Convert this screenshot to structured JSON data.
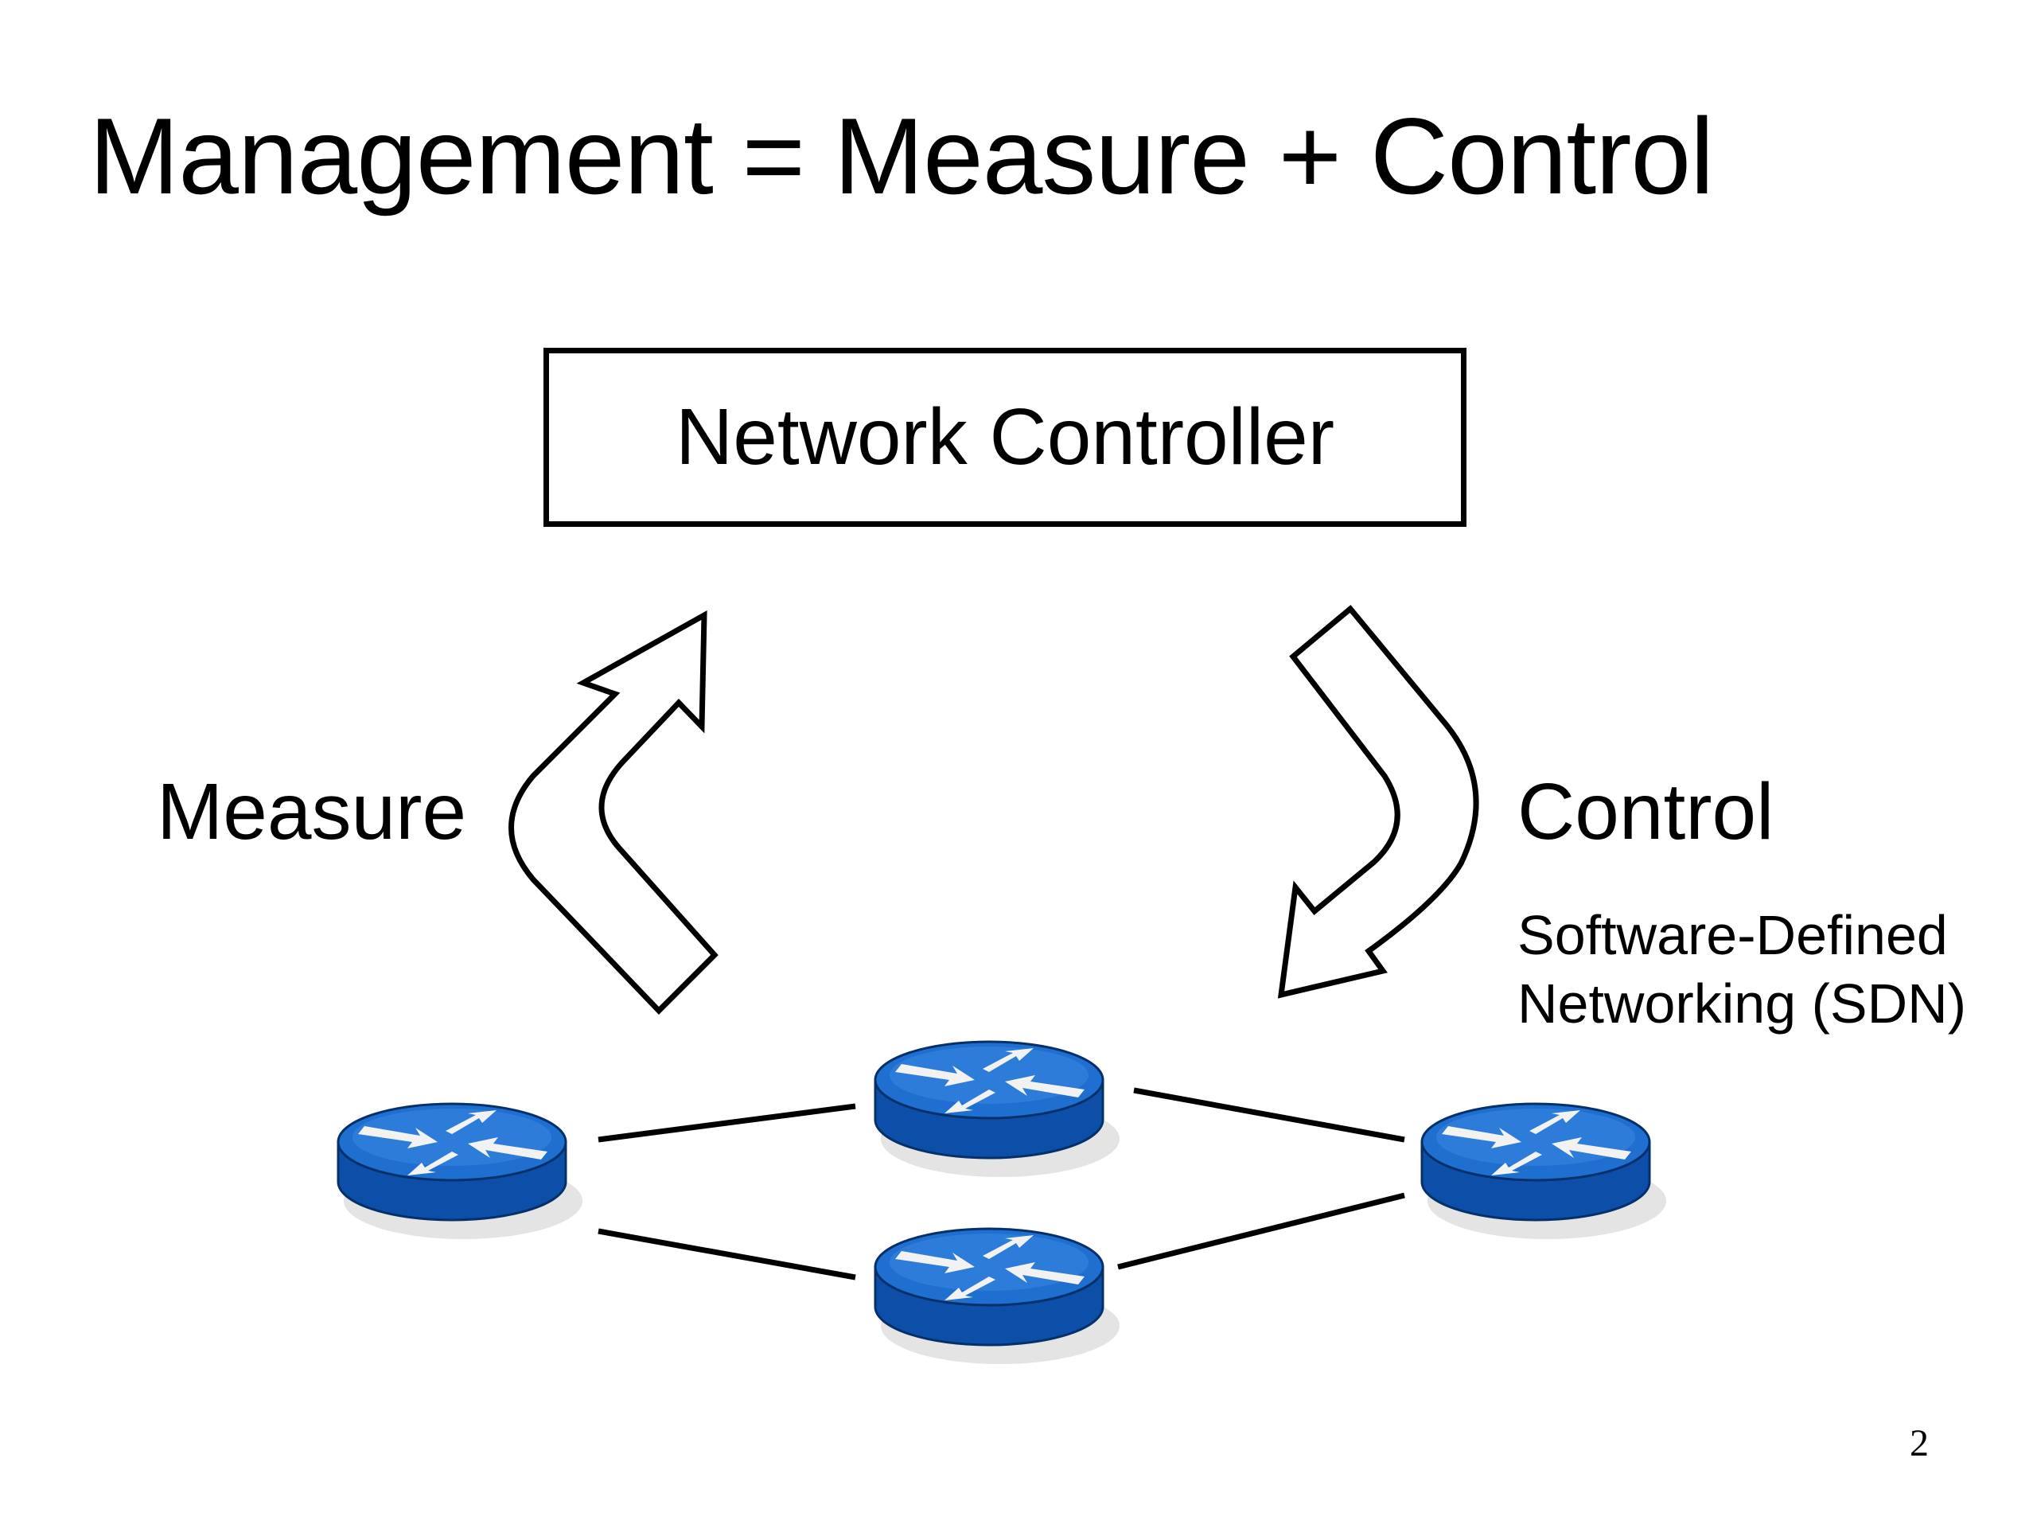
{
  "slide": {
    "title": "Management = Measure + Control",
    "page_number": "2"
  },
  "diagram": {
    "controller_label": "Network Controller",
    "measure_label": "Measure",
    "control_label": "Control",
    "sdn_line1": "Software-Defined",
    "sdn_line2": "Networking (SDN)",
    "router_color": "#1f6fd0",
    "router_dark_color": "#0d4fa8",
    "router_icon": "router-icon",
    "routers": [
      "left",
      "top-middle",
      "bottom-middle",
      "right"
    ],
    "links": [
      [
        "left",
        "top-middle"
      ],
      [
        "left",
        "bottom-middle"
      ],
      [
        "top-middle",
        "right"
      ],
      [
        "bottom-middle",
        "right"
      ]
    ]
  }
}
